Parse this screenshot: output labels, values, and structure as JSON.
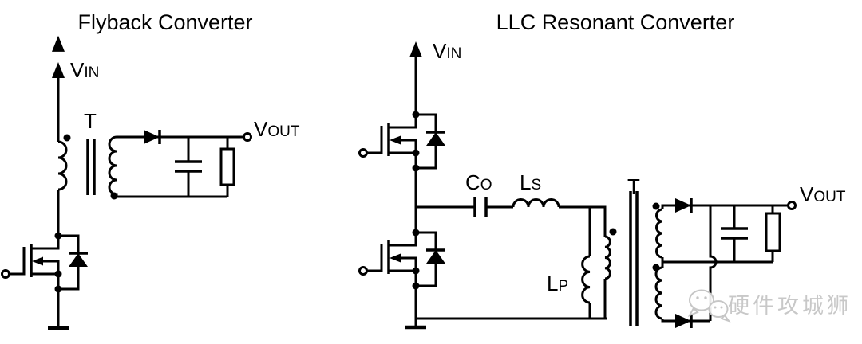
{
  "colors": {
    "ink": "#000000",
    "background": "#ffffff",
    "watermark": "#c6c6c6"
  },
  "flyback": {
    "title": "Flyback Converter",
    "labels": {
      "vin": {
        "main": "V",
        "small": "IN"
      },
      "transformer": {
        "main": "T",
        "small": ""
      },
      "vout": {
        "main": "V",
        "small": "OUT"
      }
    }
  },
  "llc": {
    "title": "LLC Resonant Converter",
    "labels": {
      "vin": {
        "main": "V",
        "small": "IN"
      },
      "co": {
        "main": "C",
        "small": "O"
      },
      "ls": {
        "main": "L",
        "small": "S"
      },
      "lp": {
        "main": "L",
        "small": "P"
      },
      "transformer": {
        "main": "T",
        "small": ""
      },
      "vout": {
        "main": "V",
        "small": "OUT"
      }
    }
  },
  "watermark": {
    "text": "硬件攻城狮",
    "icon": "wechat-icon"
  }
}
